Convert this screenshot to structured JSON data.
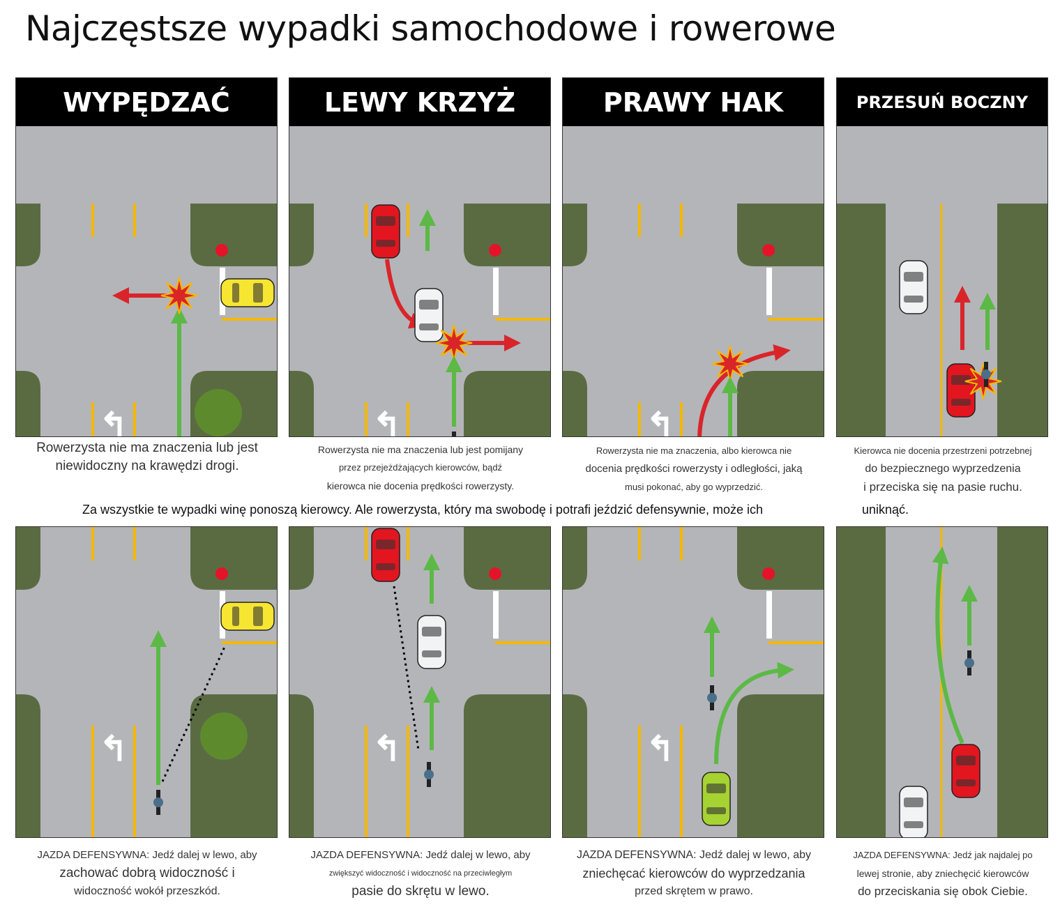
{
  "title": "Najczęstsze wypadki samochodowe i rowerowe",
  "panels": [
    {
      "header": "WYPĘDZAĆ",
      "caption": [
        "Rowerzysta nie ma znaczenia lub jest",
        "niewidoczny na krawędzi drogi."
      ]
    },
    {
      "header": "LEWY KRZYŻ",
      "caption": [
        "Rowerzysta nie ma znaczenia lub jest pomijany",
        "przez przejeżdżających kierowców, bądź",
        "kierowca nie docenia prędkości rowerzysty."
      ]
    },
    {
      "header": "PRAWY HAK",
      "caption": [
        "Rowerzysta nie ma znaczenia, albo kierowca nie",
        "docenia prędkości rowerzysty i odległości, jaką",
        "musi pokonać, aby go wyprzedzić."
      ]
    },
    {
      "header": "PRZESUŃ BOCZNY",
      "caption": [
        "Kierowca nie docenia przestrzeni potrzebnej",
        "do bezpiecznego wyprzedzenia",
        "i przeciska się na pasie ruchu."
      ]
    }
  ],
  "middle_text": "Za wszystkie te wypadki winę ponoszą kierowcy. Ale rowerzysta, który ma swobodę i potrafi jeździć defensywnie, może ich",
  "middle_text_end": "uniknąć.",
  "defensive": [
    {
      "caption": [
        "JAZDA DEFENSYWNA: Jedź dalej w lewo, aby",
        "zachować dobrą widoczność i",
        "widoczność wokół przeszkód."
      ]
    },
    {
      "caption": [
        "JAZDA DEFENSYWNA: Jedź dalej w lewo, aby",
        "zwiększyć widoczność i widoczność na przeciwległym",
        "pasie do skrętu w lewo."
      ]
    },
    {
      "caption": [
        "JAZDA DEFENSYWNA: Jedź dalej w lewo, aby",
        "zniechęcać kierowców do wyprzedzania",
        "przed skrętem w prawo."
      ]
    },
    {
      "caption": [
        "JAZDA DEFENSYWNA: Jedź jak najdalej po",
        "lewej stronie, aby zniechęcić kierowców",
        "do przeciskania się obok Ciebie."
      ]
    }
  ],
  "colors": {
    "road": "#b4b5b9",
    "grass": "#5a6b42",
    "arrow_green": "#5cb946",
    "arrow_red": "#d9252a",
    "lane_yellow": "#f5b800"
  }
}
